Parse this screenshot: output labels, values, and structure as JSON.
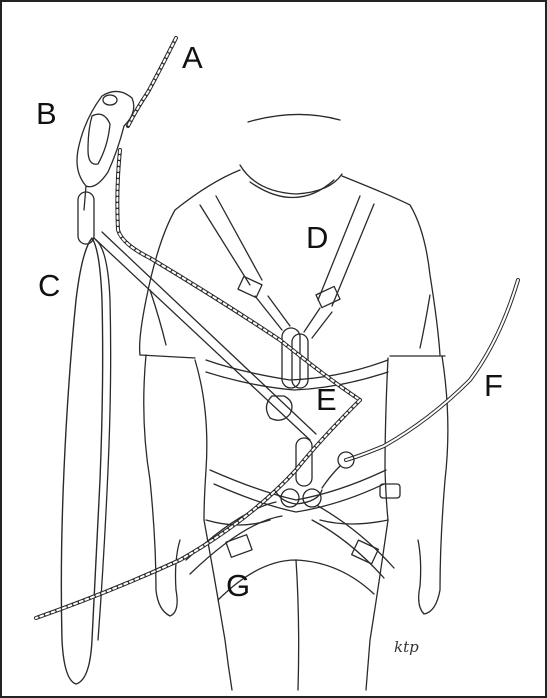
{
  "figure": {
    "labels": {
      "a": "A",
      "b": "B",
      "c": "C",
      "d": "D",
      "e": "E",
      "f": "F",
      "g": "G"
    },
    "signature": "ktp"
  }
}
